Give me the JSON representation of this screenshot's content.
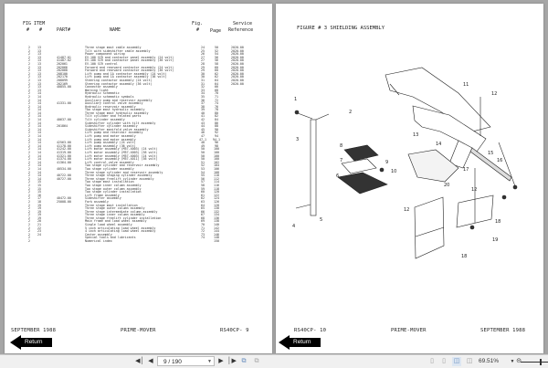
{
  "left_page": {
    "header": {
      "fig_item_top": "FIG ITEM",
      "fig_hash": "#",
      "item_hash": "#",
      "part": "PART#",
      "name": "NAME",
      "fig_top": "Fig.",
      "fig_bottom": "#",
      "page": "Page",
      "service_top": "Service",
      "service_bottom": "Reference"
    },
    "rows": [
      {
        "fig": "2",
        "item": "13",
        "part": "",
        "name": "Three stage mast cable assembly",
        "fig2": "24",
        "page": "50",
        "ref": "2020-00"
      },
      {
        "fig": "2",
        "item": "13",
        "part": "",
        "name": "Tilt with sideshifter cable assembly",
        "fig2": "25",
        "page": "52",
        "ref": "2020-00"
      },
      {
        "fig": "2",
        "item": "13",
        "part": "",
        "name": "Power component wiring",
        "fig2": "26",
        "page": "54",
        "ref": "2020-00"
      },
      {
        "fig": "2",
        "item": "13",
        "part": "41487-01",
        "name": "EV-100 SCR and contactor panel assembly (24 volt)",
        "fig2": "27",
        "page": "56",
        "ref": "2020-00"
      },
      {
        "fig": "2",
        "item": "13",
        "part": "41487-02",
        "name": "EV-100 SCR and contactor panel assembly (36 volt)",
        "fig2": "27",
        "page": "56",
        "ref": "2020-00"
      },
      {
        "fig": "2",
        "item": "13",
        "part": "202061",
        "name": "EV-100 SCR control",
        "fig2": "28",
        "page": "58",
        "ref": "2020-00"
      },
      {
        "fig": "2",
        "item": "13",
        "part": "202066",
        "name": "Forward and rearward contactor assembly (24 volt)",
        "fig2": "29",
        "page": "60",
        "ref": "2020-00"
      },
      {
        "fig": "2",
        "item": "13",
        "part": "202068",
        "name": "Forward and rearward contactor assembly (36 volt)",
        "fig2": "29",
        "page": "60",
        "ref": "2020-00"
      },
      {
        "fig": "2",
        "item": "13",
        "part": "208100",
        "name": "Lift pump and 1A contactor assembly (24 volt)",
        "fig2": "30",
        "page": "62",
        "ref": "2020-00"
      },
      {
        "fig": "2",
        "item": "13",
        "part": "202170",
        "name": "Lift pump and 1A contactor assembly (36 volt)",
        "fig2": "30",
        "page": "62",
        "ref": "2020-00"
      },
      {
        "fig": "2",
        "item": "13",
        "part": "208099",
        "name": "Steering contactor assembly (24 volt)",
        "fig2": "31",
        "page": "64",
        "ref": "2020-00"
      },
      {
        "fig": "2",
        "item": "13",
        "part": "202169",
        "name": "Steering contactor assembly (36 volt)",
        "fig2": "31",
        "page": "64",
        "ref": "2020-00"
      },
      {
        "fig": "2",
        "item": "13",
        "part": "40855-00",
        "name": "Connector assembly",
        "fig2": "32",
        "page": "66",
        "ref": ""
      },
      {
        "fig": "2",
        "item": "13",
        "part": "",
        "name": "Warning light",
        "fig2": "33",
        "page": "68",
        "ref": ""
      },
      {
        "fig": "2",
        "item": "14",
        "part": "",
        "name": "Hydraulic schematic",
        "fig2": "34",
        "page": "70",
        "ref": ""
      },
      {
        "fig": "2",
        "item": "14",
        "part": "",
        "name": "Hydraulic schematic symbols",
        "fig2": "35",
        "page": "71",
        "ref": ""
      },
      {
        "fig": "2",
        "item": "14",
        "part": "",
        "name": "Auxiliary pump and reservoir assembly",
        "fig2": "36",
        "page": "72",
        "ref": ""
      },
      {
        "fig": "2",
        "item": "14",
        "part": "41331-00",
        "name": "Auxiliary control valve assembly",
        "fig2": "37",
        "page": "74",
        "ref": ""
      },
      {
        "fig": "2",
        "item": "14",
        "part": "",
        "name": "Hydraulic reservoir assembly",
        "fig2": "38",
        "page": "76",
        "ref": ""
      },
      {
        "fig": "2",
        "item": "14",
        "part": "",
        "name": "Two stage mast hydraulic assembly",
        "fig2": "39",
        "page": "78",
        "ref": ""
      },
      {
        "fig": "2",
        "item": "14",
        "part": "",
        "name": "Three stage mast hydraulic assembly",
        "fig2": "40",
        "page": "80",
        "ref": ""
      },
      {
        "fig": "2",
        "item": "14",
        "part": "",
        "name": "Tilt cylinder and related parts",
        "fig2": "41",
        "page": "82",
        "ref": ""
      },
      {
        "fig": "2",
        "item": "14",
        "part": "40637-00",
        "name": "Tilt cylinder assembly",
        "fig2": "42",
        "page": "84",
        "ref": ""
      },
      {
        "fig": "2",
        "item": "14",
        "part": "",
        "name": "Sideshifter cylinder with tilt assembly",
        "fig2": "43",
        "page": "86",
        "ref": ""
      },
      {
        "fig": "2",
        "item": "14",
        "part": "201864",
        "name": "Sideshifter cylinder assembly",
        "fig2": "44",
        "page": "88",
        "ref": ""
      },
      {
        "fig": "2",
        "item": "14",
        "part": "",
        "name": "Sideshifter manifold valve assembly",
        "fig2": "45",
        "page": "90",
        "ref": ""
      },
      {
        "fig": "2",
        "item": "14",
        "part": "",
        "name": "Lift pump and reservoir assembly",
        "fig2": "46",
        "page": "92",
        "ref": ""
      },
      {
        "fig": "2",
        "item": "14",
        "part": "",
        "name": "Lift pump and motor assembly",
        "fig2": "47",
        "page": "94",
        "ref": ""
      },
      {
        "fig": "2",
        "item": "14",
        "part": "",
        "name": "Lift pump and motor assembly",
        "fig2": "47.1",
        "page": "94.1",
        "ref": ""
      },
      {
        "fig": "2",
        "item": "14",
        "part": "42563-00",
        "name": "Lift pump assembly (24 volt)",
        "fig2": "48",
        "page": "96",
        "ref": ""
      },
      {
        "fig": "2",
        "item": "14",
        "part": "41178-00",
        "name": "Lift pump assembly (36 volt)",
        "fig2": "49",
        "page": "98",
        "ref": ""
      },
      {
        "fig": "2",
        "item": "14",
        "part": "41242-00",
        "name": "Lift motor assembly (M57-4003) (24 volt)",
        "fig2": "50",
        "page": "100",
        "ref": ""
      },
      {
        "fig": "2",
        "item": "14",
        "part": "41319-00",
        "name": "Lift motor assembly (M57-4003) (36 volt)",
        "fig2": "50",
        "page": "100",
        "ref": ""
      },
      {
        "fig": "2",
        "item": "14",
        "part": "41321-00",
        "name": "Lift motor assembly (M57-4003) (24 volt)",
        "fig2": "50",
        "page": "100",
        "ref": ""
      },
      {
        "fig": "2",
        "item": "14",
        "part": "41374-00",
        "name": "Lift motor assembly (M57-4011) (36 volt)",
        "fig2": "50",
        "page": "100",
        "ref": ""
      },
      {
        "fig": "2",
        "item": "14",
        "part": "41364-00",
        "name": "Lift control valve assembly",
        "fig2": "51",
        "page": "102",
        "ref": ""
      },
      {
        "fig": "2",
        "item": "14",
        "part": "",
        "name": "Two stage cylinder and reservoir assembly",
        "fig2": "52",
        "page": "104",
        "ref": ""
      },
      {
        "fig": "2",
        "item": "14",
        "part": "40534-00",
        "name": "Two stage cylinder assembly",
        "fig2": "53",
        "page": "106",
        "ref": ""
      },
      {
        "fig": "2",
        "item": "14",
        "part": "",
        "name": "Three stage cylinder and reservoir assembly",
        "fig2": "54",
        "page": "108",
        "ref": ""
      },
      {
        "fig": "2",
        "item": "14",
        "part": "40722-00",
        "name": "Three stage staging cylinder assembly",
        "fig2": "55",
        "page": "110",
        "ref": ""
      },
      {
        "fig": "2",
        "item": "14",
        "part": "40727-00",
        "name": "Three stage freelift cylinder assembly",
        "fig2": "56",
        "page": "112",
        "ref": ""
      },
      {
        "fig": "2",
        "item": "15",
        "part": "",
        "name": "Two stage mast installation",
        "fig2": "57",
        "page": "114",
        "ref": ""
      },
      {
        "fig": "2",
        "item": "15",
        "part": "",
        "name": "Two stage inner column assembly",
        "fig2": "58",
        "page": "116",
        "ref": ""
      },
      {
        "fig": "2",
        "item": "15",
        "part": "",
        "name": "Two stage outer column assembly",
        "fig2": "59",
        "page": "118",
        "ref": ""
      },
      {
        "fig": "2",
        "item": "15",
        "part": "",
        "name": "Two stage cylinder installation",
        "fig2": "60",
        "page": "120",
        "ref": ""
      },
      {
        "fig": "2",
        "item": "16",
        "part": "",
        "name": "Lift frame assembly",
        "fig2": "61",
        "page": "122",
        "ref": ""
      },
      {
        "fig": "2",
        "item": "17",
        "part": "40472-00",
        "name": "Sideshifter assembly",
        "fig2": "62",
        "page": "124",
        "ref": ""
      },
      {
        "fig": "2",
        "item": "18",
        "part": "25008-00",
        "name": "Fork assembly",
        "fig2": "63",
        "page": "126",
        "ref": ""
      },
      {
        "fig": "2",
        "item": "19",
        "part": "",
        "name": "Three stage mast installation",
        "fig2": "64",
        "page": "128",
        "ref": ""
      },
      {
        "fig": "2",
        "item": "19",
        "part": "",
        "name": "Three stage outer column assembly",
        "fig2": "65",
        "page": "130",
        "ref": ""
      },
      {
        "fig": "2",
        "item": "19",
        "part": "",
        "name": "Three stage intermediate column assembly",
        "fig2": "66",
        "page": "132",
        "ref": ""
      },
      {
        "fig": "2",
        "item": "19",
        "part": "",
        "name": "Three stage inner column assembly",
        "fig2": "67",
        "page": "134",
        "ref": ""
      },
      {
        "fig": "2",
        "item": "19",
        "part": "",
        "name": "Three stage freelift cylinder installation",
        "fig2": "68",
        "page": "136",
        "ref": ""
      },
      {
        "fig": "2",
        "item": "20",
        "part": "",
        "name": "Main frame and load wheel assembly",
        "fig2": "69",
        "page": "138",
        "ref": ""
      },
      {
        "fig": "2",
        "item": "21",
        "part": "",
        "name": "Single load wheel assembly",
        "fig2": "70",
        "page": "140",
        "ref": ""
      },
      {
        "fig": "2",
        "item": "22",
        "part": "",
        "name": "5 inch articulating load wheel assembly",
        "fig2": "71",
        "page": "142",
        "ref": ""
      },
      {
        "fig": "2",
        "item": "23",
        "part": "",
        "name": "4 inch articulating load wheel assembly",
        "fig2": "72",
        "page": "144",
        "ref": ""
      },
      {
        "fig": "2",
        "item": "24",
        "part": "",
        "name": "Caster assembly",
        "fig2": "73",
        "page": "146",
        "ref": ""
      },
      {
        "fig": "2",
        "item": "",
        "part": "",
        "name": "Special tools and lubricants",
        "fig2": "74",
        "page": "148",
        "ref": ""
      },
      {
        "fig": "2",
        "item": "",
        "part": "",
        "name": "Numerical index",
        "fig2": "",
        "page": "150",
        "ref": ""
      }
    ],
    "footer": {
      "left": "SEPTEMBER 1988",
      "center": "PRIME-MOVER",
      "right": "RS40CP-  9"
    },
    "return_label": "Return"
  },
  "right_page": {
    "figure_title": "FIGURE # 3 SHIELDING ASSEMBLY",
    "callouts": [
      "1",
      "2",
      "3",
      "4",
      "5",
      "6",
      "7",
      "8",
      "9",
      "10",
      "11",
      "12",
      "12",
      "13",
      "14",
      "15",
      "16",
      "17",
      "18",
      "18",
      "18",
      "19",
      "20"
    ],
    "footer": {
      "left": "RS40CP-  10",
      "center": "PRIME-MOVER",
      "right": "SEPTEMBER 1988"
    },
    "return_label": "Return"
  },
  "toolbar": {
    "page_indicator": "9 / 190",
    "zoom_level": "69.51%",
    "icons": [
      "first-page-icon",
      "prev-page-icon",
      "next-page-icon",
      "last-page-icon",
      "view-icon",
      "view-icon-2",
      "single-page-icon",
      "continuous-icon",
      "two-page-icon",
      "two-page-continuous-icon",
      "zoom-out-icon"
    ]
  }
}
